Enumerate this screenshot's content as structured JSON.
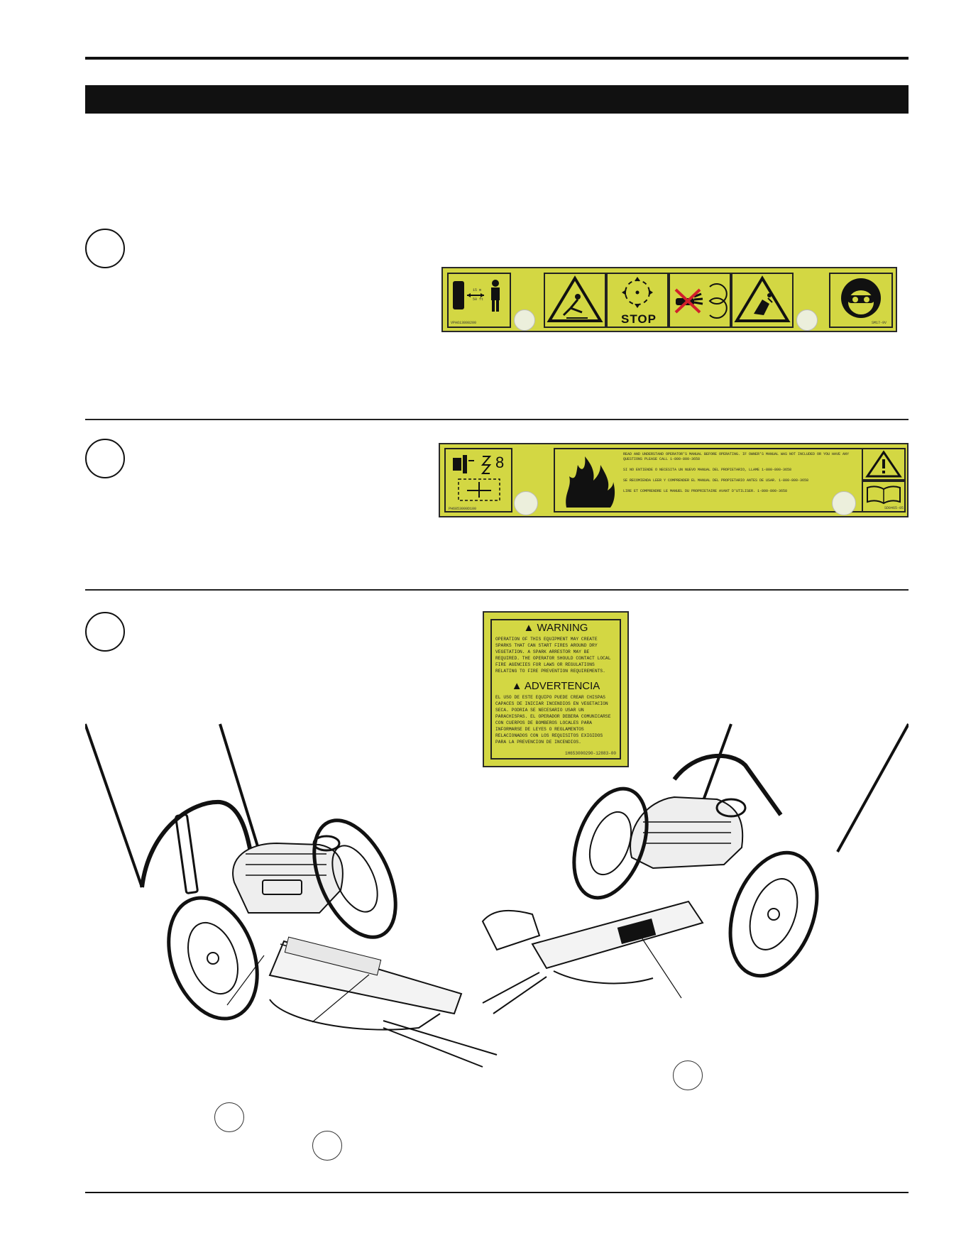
{
  "decal_1": {
    "left_code": "VPA613808200",
    "distance_upper": "15 m",
    "distance_lower": "50 ft",
    "stop_label": "STOP",
    "right_code": "SM17-9V"
  },
  "decal_2": {
    "hourglass_value": "8",
    "left_code": "PH6853000D100",
    "right_code": "SD0465-05",
    "text_lines": [
      "READ AND UNDERSTAND OPERATOR'S MANUAL BEFORE OPERATING. IF OWNER'S MANUAL WAS NOT INCLUDED OR YOU HAVE ANY QUESTIONS PLEASE CALL 1-800-800-3658",
      "SI NO ENTIENDE O NECESITA UN NUEVO MANUAL DEL PROPIETARIO, LLAME 1-800-800-3658",
      "SE RECOMIENDA LEER Y COMPRENDER EL MANUAL DEL PROPIETARIO ANTES DE USAR. 1-800-800-3658",
      "LIRE ET COMPRENDRE LE MANUEL DU PROPRIETAIRE AVANT D'UTILISER. 1-800-800-3658"
    ]
  },
  "decal_3": {
    "warning_title": "WARNING",
    "warning_text": "OPERATION OF THIS EQUIPMENT MAY CREATE SPARKS THAT CAN START FIRES AROUND DRY VEGETATION. A SPARK ARRESTOR MAY BE REQUIRED. THE OPERATOR SHOULD CONTACT LOCAL FIRE AGENCIES FOR LAWS OR REGULATIONS RELATING TO FIRE PREVENTION REQUIREMENTS.",
    "advertencia_title": "ADVERTENCIA",
    "advertencia_text": "EL USO DE ESTE EQUIPO PUEDE CREAR CHISPAS CAPACES DE INICIAR INCENDIOS EN VEGETACION SECA. PODRIA SE NECESARIO USAR UN PARACHISPAS. EL OPERADOR DEBERA COMUNICARSE CON CUERPOS DE BOMBEROS LOCALES PARA INFORMARSE DE LEYES O REGLAMENTOS RELACIONADOS CON LOS REQUISITOS EXIGIDOS PARA LA PREVENCION DE INCENDIOS.",
    "code": "1H653000290-12883-00"
  },
  "colors": {
    "decal_yellow": "#d3d743",
    "ink": "#111111"
  }
}
